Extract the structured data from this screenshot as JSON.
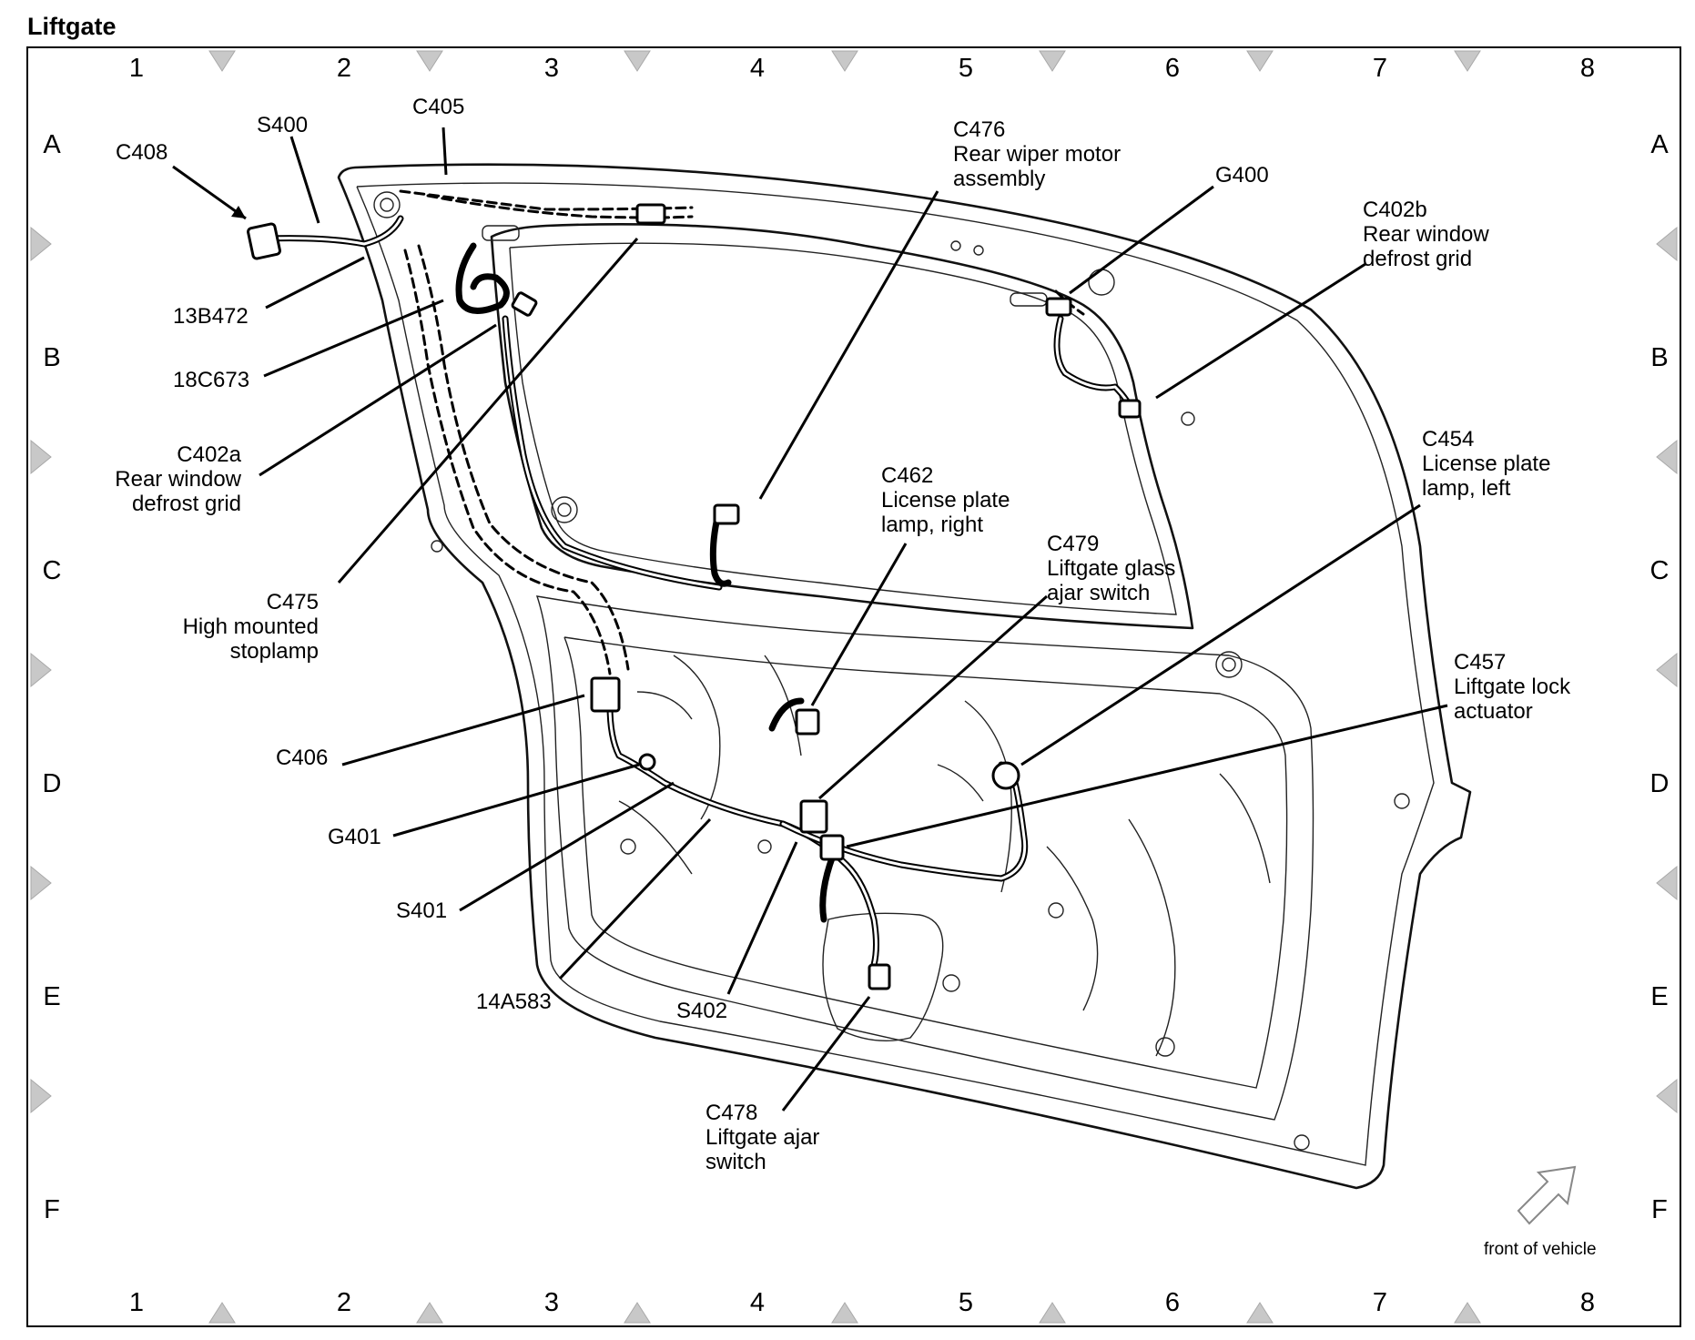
{
  "title": "Liftgate",
  "grid": {
    "columns": [
      "1",
      "2",
      "3",
      "4",
      "5",
      "6",
      "7",
      "8"
    ],
    "rows": [
      "A",
      "B",
      "C",
      "D",
      "E",
      "F"
    ]
  },
  "callouts": {
    "c408": [
      "C408"
    ],
    "s400": [
      "S400"
    ],
    "c405": [
      "C405"
    ],
    "c476": [
      "C476",
      "Rear wiper motor",
      "assembly"
    ],
    "g400": [
      "G400"
    ],
    "c402b": [
      "C402b",
      "Rear window",
      "defrost grid"
    ],
    "p13b472": [
      "13B472"
    ],
    "p18c673": [
      "18C673"
    ],
    "c402a": [
      "C402a",
      "Rear window",
      "defrost grid"
    ],
    "c454": [
      "C454",
      "License plate",
      "lamp, left"
    ],
    "c462": [
      "C462",
      "License plate",
      "lamp, right"
    ],
    "c479": [
      "C479",
      "Liftgate glass",
      "ajar switch"
    ],
    "c475": [
      "C475",
      "High mounted",
      "stoplamp"
    ],
    "c457": [
      "C457",
      "Liftgate lock",
      "actuator"
    ],
    "c406": [
      "C406"
    ],
    "g401": [
      "G401"
    ],
    "s401": [
      "S401"
    ],
    "p14a583": [
      "14A583"
    ],
    "s402": [
      "S402"
    ],
    "c478": [
      "C478",
      "Liftgate ajar",
      "switch"
    ]
  },
  "orientation_label": "front of vehicle"
}
